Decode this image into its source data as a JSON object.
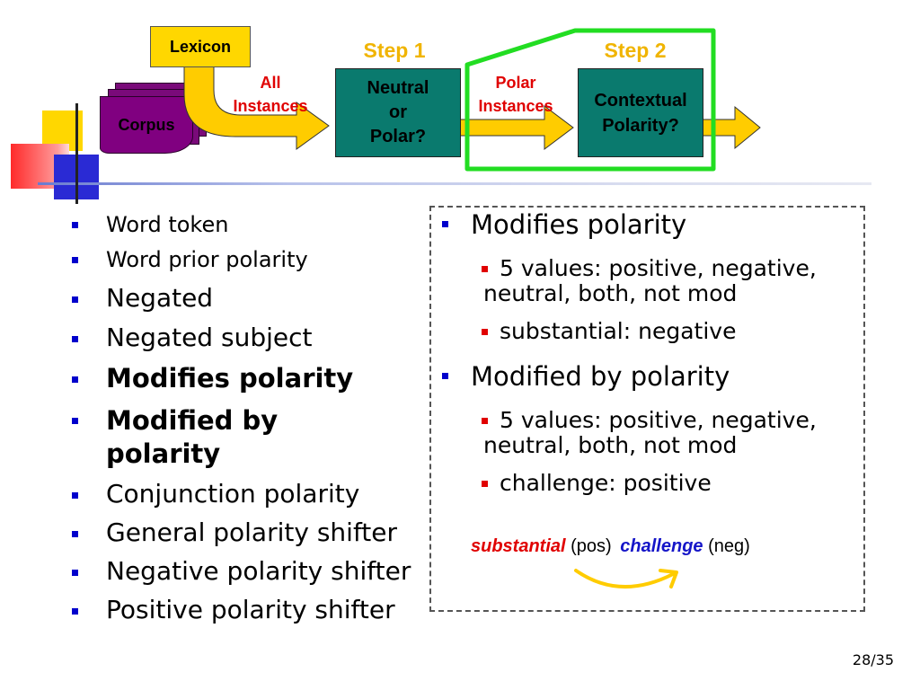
{
  "diagram": {
    "lexicon": "Lexicon",
    "corpus": "Corpus",
    "all_instances": [
      "All",
      "Instances"
    ],
    "step1": "Step 1",
    "step2": "Step 2",
    "neutral_or_polar": [
      "Neutral",
      "or",
      "Polar?"
    ],
    "polar_instances": [
      "Polar",
      "Instances"
    ],
    "contextual_polarity": [
      "Contextual",
      "Polarity?"
    ]
  },
  "left_list": [
    {
      "text": "Word token",
      "size": 24,
      "bold": false
    },
    {
      "text": "Word prior polarity",
      "size": 24,
      "bold": false
    },
    {
      "text": "Negated",
      "size": 28,
      "bold": false
    },
    {
      "text": "Negated subject",
      "size": 28,
      "bold": false
    },
    {
      "text": "Modifies polarity",
      "size": 29,
      "bold": true
    },
    {
      "text": "Modified by polarity",
      "size": 29,
      "bold": true
    },
    {
      "text": "Conjunction polarity",
      "size": 28,
      "bold": false
    },
    {
      "text": "General polarity shifter",
      "size": 28,
      "bold": false
    },
    {
      "text": "Negative polarity shifter",
      "size": 28,
      "bold": false
    },
    {
      "text": "Positive polarity shifter",
      "size": 28,
      "bold": false
    }
  ],
  "right_panel": {
    "modifies": {
      "title": "Modifies polarity",
      "values": "5 values: positive, negative, neutral, both, not mod",
      "example": "substantial: negative"
    },
    "modified": {
      "title": "Modified by polarity",
      "values": "5 values: positive, negative, neutral, both, not mod",
      "example": "challenge: positive"
    },
    "example": {
      "word1": "substantial",
      "tag1": "(pos)",
      "word2": "challenge",
      "tag2": "(neg)"
    }
  },
  "page_number": "28/35",
  "colors": {
    "teal_box": "#0a7a6e",
    "arrow_yellow": "#ffcc00",
    "step_label": "#f0b400",
    "red_text": "#e00000",
    "blue_text": "#1515c8",
    "green_frame": "#22dd22",
    "bullet_blue": "#0000cc",
    "corpus_purple": "#7a0a7a"
  }
}
